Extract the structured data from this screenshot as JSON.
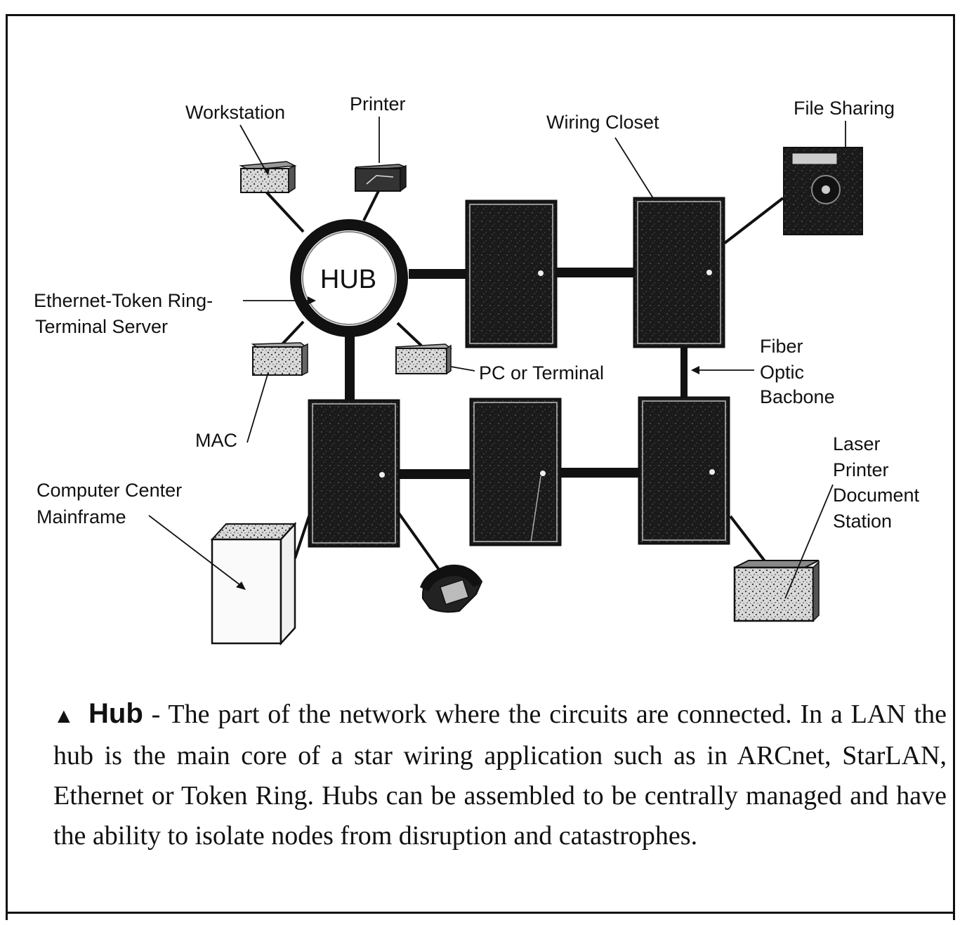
{
  "diagram": {
    "hub_label": "HUB",
    "labels": {
      "workstation": "Workstation",
      "printer": "Printer",
      "wiring_closet": "Wiring Closet",
      "file_sharing": "File Sharing",
      "ethernet_line1": "Ethernet-Token Ring-",
      "ethernet_line2": "Terminal Server",
      "pc_or_terminal": "PC or Terminal",
      "fiber_line1": "Fiber",
      "fiber_line2": "Optic",
      "fiber_line3": "Bacbone",
      "mac": "MAC",
      "computer_center_line1": "Computer Center",
      "computer_center_line2": "Mainframe",
      "laser_line1": "Laser",
      "laser_line2": "Printer",
      "laser_line3": "Document",
      "laser_line4": "Station"
    }
  },
  "caption": {
    "marker": "▲",
    "term": "Hub",
    "separator": " - ",
    "text": "The part of the network where the circuits are connected. In a LAN the hub is the main core of a star wiring application such as in ARCnet, StarLAN, Ethernet or Token Ring. Hubs can be assembled to be centrally managed and have the ability to isolate nodes from disruption and catastrophes."
  }
}
